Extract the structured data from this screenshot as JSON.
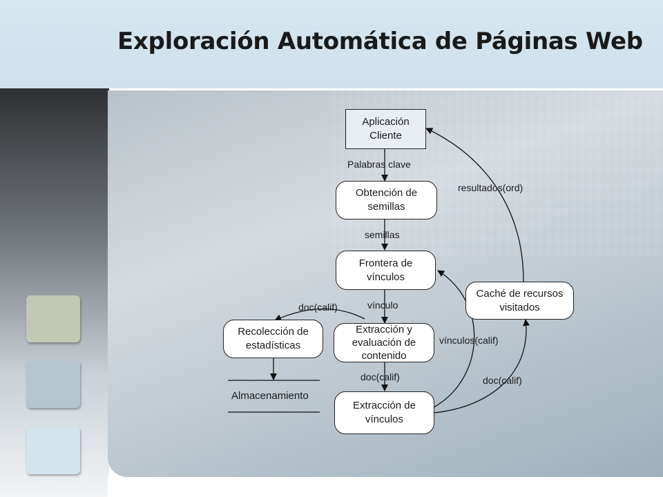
{
  "slide": {
    "title": "Exploración Automática de Páginas Web"
  },
  "diagram": {
    "nodes": {
      "cliente": "Aplicación Cliente",
      "obtencion": "Obtención de semillas",
      "frontera": "Frontera de vínculos",
      "extraccion_eval": "Extracción y evaluación de contenido",
      "extraccion_vinc": "Extracción de vínculos",
      "recoleccion": "Recolección de estadísticas",
      "cache": "Caché de recursos visitados",
      "almacenamiento": "Almacenamiento"
    },
    "edges": {
      "palabras_clave": "Palabras clave",
      "semillas": "semillas",
      "vinculo": "vínculo",
      "doc_calif_stats": "doc(calif)",
      "doc_calif_down": "doc(calif)",
      "vinculos_calif": "vínculos(calif)",
      "doc_calif_cache": "doc(calif)",
      "resultados_ord": "resultados(ord)"
    }
  }
}
